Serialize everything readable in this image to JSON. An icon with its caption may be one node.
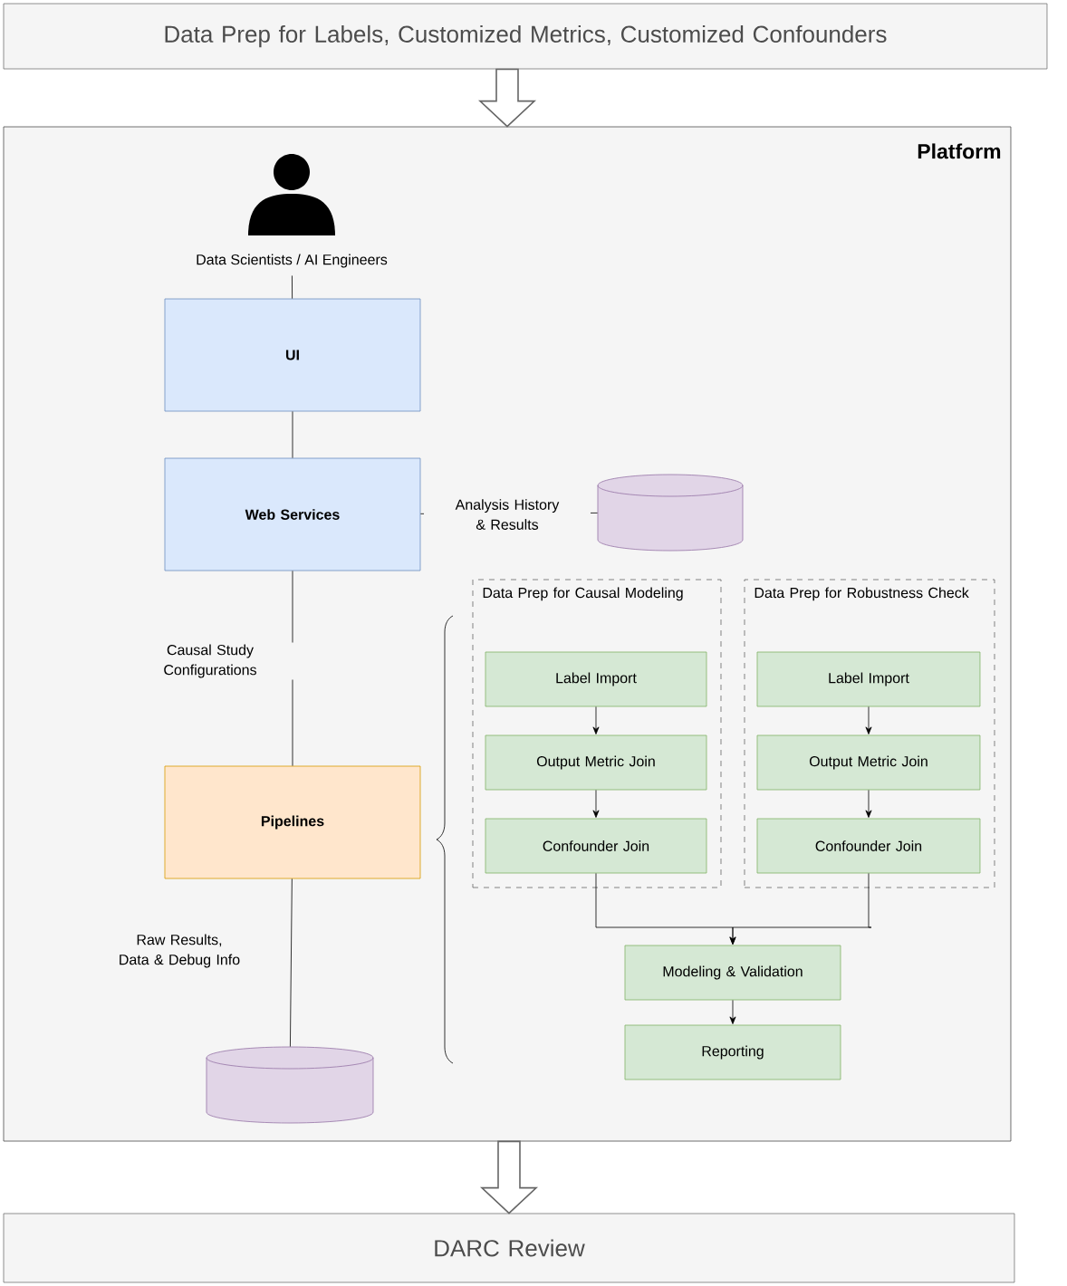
{
  "diagram": {
    "nodes": [
      {
        "text": [
          "Data Prep for Labels, Customized Metrics, Customized Confounders"
        ]
      },
      {
        "text": [
          "Platform"
        ]
      },
      {
        "text": [],
        "shape": "person",
        "in": 1,
        "beside": [
          "Data Scientists / AI Engineers"
        ]
      },
      {
        "text": [
          "UI"
        ],
        "in": 1
      },
      {
        "text": [
          "Web Services"
        ],
        "in": 1
      },
      {
        "text": [],
        "shape": "cylinder",
        "in": 1
      },
      {
        "text": [
          "Pipelines"
        ],
        "in": 1
      },
      {
        "text": [],
        "shape": "cylinder",
        "in": 1
      },
      {
        "text": [
          "Data Prep for Causal Modeling"
        ],
        "in": 1
      },
      {
        "text": [
          "Label Import"
        ],
        "in": 8
      },
      {
        "text": [
          "Output Metric Join"
        ],
        "in": 8
      },
      {
        "text": [
          "Confounder Join"
        ],
        "in": 8
      },
      {
        "text": [
          "Data Prep for Robustness Check"
        ],
        "in": 1
      },
      {
        "text": [
          "Label Import"
        ],
        "in": 12
      },
      {
        "text": [
          "Output Metric Join"
        ],
        "in": 12
      },
      {
        "text": [
          "Confounder Join"
        ],
        "in": 12
      },
      {
        "text": [
          "Modeling & Validation"
        ],
        "in": 1
      },
      {
        "text": [
          "Reporting"
        ],
        "in": 1
      },
      {
        "text": [
          "DARC Review"
        ]
      }
    ],
    "edges": [
      {
        "from": 0,
        "to": 1,
        "arrow": "to"
      },
      {
        "from": 2,
        "to": 3,
        "arrow": "none"
      },
      {
        "from": 3,
        "to": 4,
        "arrow": "none"
      },
      {
        "from": 4,
        "to": 5,
        "arrow": "none",
        "label": "Analysis History & Results"
      },
      {
        "from": 4,
        "to": 6,
        "arrow": "none",
        "label": "Causal Study Configurations"
      },
      {
        "from": 6,
        "to": 7,
        "arrow": "none",
        "label": "Raw Results, Data & Debug Info"
      },
      {
        "from": 9,
        "to": 10,
        "arrow": "to"
      },
      {
        "from": 10,
        "to": 11,
        "arrow": "to"
      },
      {
        "from": 13,
        "to": 14,
        "arrow": "to"
      },
      {
        "from": 14,
        "to": 15,
        "arrow": "to"
      },
      {
        "from": 11,
        "to": 16,
        "arrow": "to"
      },
      {
        "from": 15,
        "to": 16,
        "arrow": "to"
      },
      {
        "from": 16,
        "to": 17,
        "arrow": "to"
      },
      {
        "from": 1,
        "to": 18,
        "arrow": "to"
      }
    ]
  }
}
